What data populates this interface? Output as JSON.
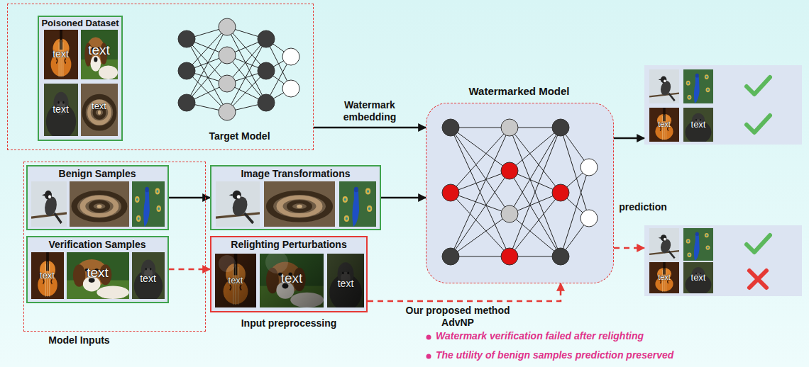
{
  "diagram": {
    "nodes": [
      {
        "text": [
          "Target Model"
        ]
      },
      {
        "text": [
          "Poisoned Dataset",
          "text",
          "text",
          "text",
          "text"
        ],
        "in": 0
      },
      {
        "text": [
          "Watermarked Model"
        ]
      },
      {
        "text": [
          "text",
          "text"
        ]
      },
      {
        "text": [
          "text",
          "text"
        ]
      },
      {
        "text": [
          "Model Inputs"
        ]
      },
      {
        "text": [
          "Benign Samples"
        ],
        "in": 5
      },
      {
        "text": [
          "Verification Samples",
          "text",
          "text",
          "text"
        ],
        "in": 5
      },
      {
        "text": [
          "Image Transformations"
        ]
      },
      {
        "text": [
          "Relighting Perturbations",
          "text",
          "text",
          "text",
          "Input preprocessing"
        ]
      }
    ],
    "edges": [
      {
        "from": 0,
        "to": 2,
        "arrow": "to",
        "label": "Watermark embedding"
      },
      {
        "from": 6,
        "to": 8,
        "arrow": "to"
      },
      {
        "from": 8,
        "to": 2,
        "arrow": "to"
      },
      {
        "from": 7,
        "to": 9,
        "arrow": "to"
      },
      {
        "from": 9,
        "to": 2,
        "arrow": "to"
      },
      {
        "from": 2,
        "to": 3,
        "arrow": "to"
      },
      {
        "from": 2,
        "to": 4,
        "arrow": "to"
      }
    ],
    "labels": [
      "prediction",
      "Our proposed method AdvNP",
      "Watermark verification failed after relighting",
      "The utility of benign samples prediction preserved"
    ]
  }
}
